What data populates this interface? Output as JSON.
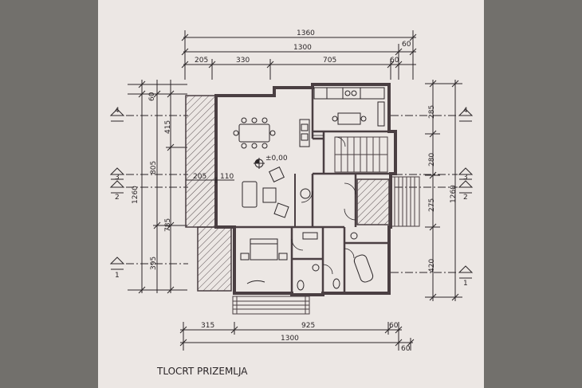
{
  "drawing": {
    "caption": "TLOCRT PRIZEMLJA",
    "level_mark": "±0,00"
  },
  "top_dims": {
    "overall": "1360",
    "main": "1300",
    "offset_a": "60",
    "offset_b": "60",
    "seg1": "205",
    "seg2": "330",
    "seg3": "705"
  },
  "bottom_dims": {
    "seg1": "315",
    "seg2": "925",
    "offset_a": "60",
    "overall": "1300",
    "offset_b": "60"
  },
  "left_dims": {
    "top_offset": "60",
    "overall": "1260",
    "mid": "805",
    "seg_415": "415",
    "seg_785": "785",
    "seg_395": "395"
  },
  "right_dims": {
    "seg_285": "285",
    "seg_280": "280",
    "seg_275": "275",
    "seg_420": "420",
    "overall": "1260"
  },
  "inner_dims": {
    "a": "205",
    "b": "110"
  },
  "axes": {
    "left": [
      "4",
      "3",
      "2",
      "1"
    ],
    "right": [
      "4",
      "3",
      "2",
      "1"
    ]
  },
  "colors": {
    "paper": "#ece7e4",
    "ink": "#2b2628",
    "wall": "#4a3f42",
    "backdrop": "#6f6c68"
  }
}
